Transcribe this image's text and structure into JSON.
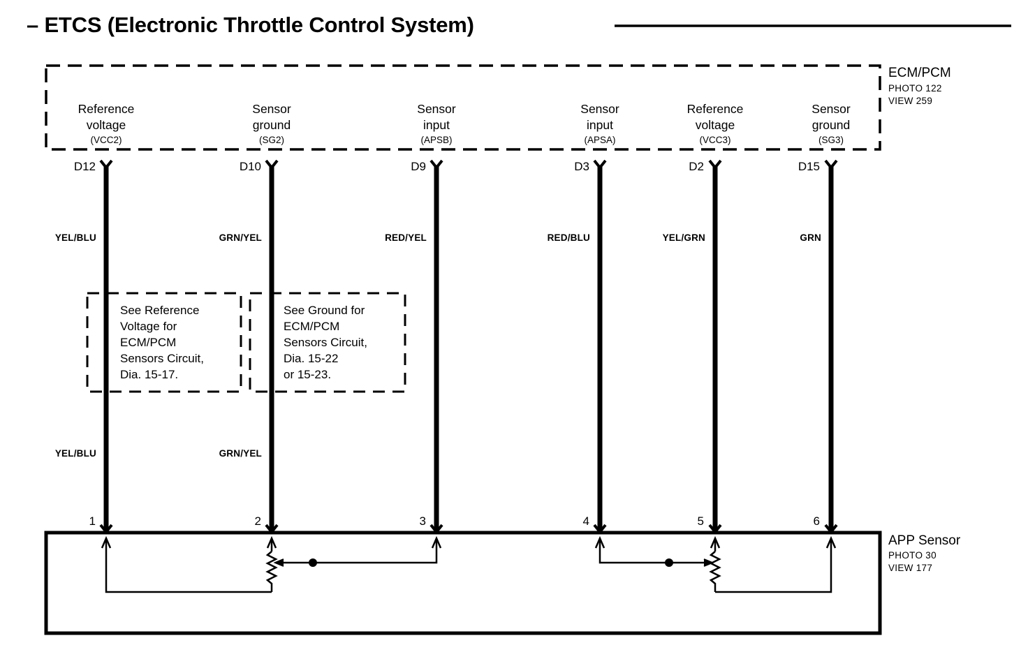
{
  "title": "– ETCS (Electronic Throttle Control System)",
  "ecm_block": {
    "name": "ECM/PCM",
    "photo": "PHOTO 122",
    "view": "VIEW 259"
  },
  "app_block": {
    "name": "APP Sensor",
    "photo": "PHOTO 30",
    "view": "VIEW 177"
  },
  "columns": [
    {
      "function_line1": "Reference",
      "function_line2": "voltage",
      "signal": "(VCC2)",
      "ecm_pin": "D12",
      "wire_color_top": "YEL/BLU",
      "wire_color_bottom": "YEL/BLU",
      "connector_pin": "1"
    },
    {
      "function_line1": "Sensor",
      "function_line2": "ground",
      "signal": "(SG2)",
      "ecm_pin": "D10",
      "wire_color_top": "GRN/YEL",
      "wire_color_bottom": "GRN/YEL",
      "connector_pin": "2"
    },
    {
      "function_line1": "Sensor",
      "function_line2": "input",
      "signal": "(APSB)",
      "ecm_pin": "D9",
      "wire_color_top": "RED/YEL",
      "wire_color_bottom": "",
      "connector_pin": "3"
    },
    {
      "function_line1": "Sensor",
      "function_line2": "input",
      "signal": "(APSA)",
      "ecm_pin": "D3",
      "wire_color_top": "RED/BLU",
      "wire_color_bottom": "",
      "connector_pin": "4"
    },
    {
      "function_line1": "Reference",
      "function_line2": "voltage",
      "signal": "(VCC3)",
      "ecm_pin": "D2",
      "wire_color_top": "YEL/GRN",
      "wire_color_bottom": "",
      "connector_pin": "5"
    },
    {
      "function_line1": "Sensor",
      "function_line2": "ground",
      "signal": "(SG3)",
      "ecm_pin": "D15",
      "wire_color_top": "GRN",
      "wire_color_bottom": "",
      "connector_pin": "6"
    }
  ],
  "notes": [
    {
      "lines": [
        "See Reference",
        "Voltage for",
        "ECM/PCM",
        "Sensors Circuit,",
        "Dia.  15-17."
      ]
    },
    {
      "lines": [
        "See Ground for",
        "ECM/PCM",
        "Sensors Circuit,",
        "Dia.  15-22",
        "or 15-23."
      ]
    }
  ],
  "colors": {
    "line": "#000000",
    "background": "#ffffff"
  }
}
